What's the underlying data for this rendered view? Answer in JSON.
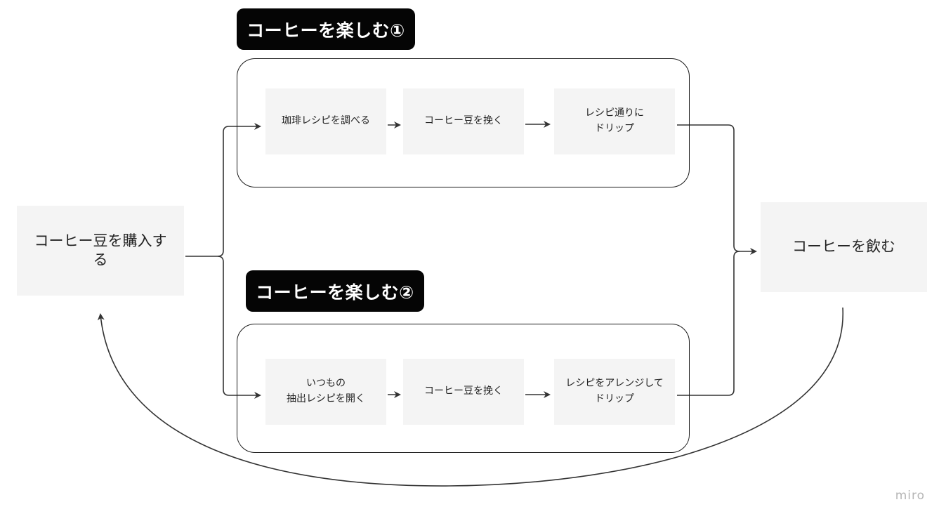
{
  "groups": [
    {
      "title": "コーヒーを楽しむ①"
    },
    {
      "title": "コーヒーを楽しむ②"
    }
  ],
  "start_node": {
    "text": "コーヒー豆を購入す\nる"
  },
  "end_node": {
    "text": "コーヒーを飲む"
  },
  "group1_steps": [
    {
      "text": "珈琲レシピを調べる"
    },
    {
      "text": "コーヒー豆を挽く"
    },
    {
      "text": "レシピ通りに\nドリップ"
    }
  ],
  "group2_steps": [
    {
      "text": "いつもの\n抽出レシピを開く"
    },
    {
      "text": "コーヒー豆を挽く"
    },
    {
      "text": "レシピをアレンジして\nドリップ"
    }
  ],
  "watermark": "miro",
  "colors": {
    "title_bg": "#050505",
    "title_text": "#ffffff",
    "sticky_bg": "#f4f4f4",
    "line": "#333333"
  }
}
